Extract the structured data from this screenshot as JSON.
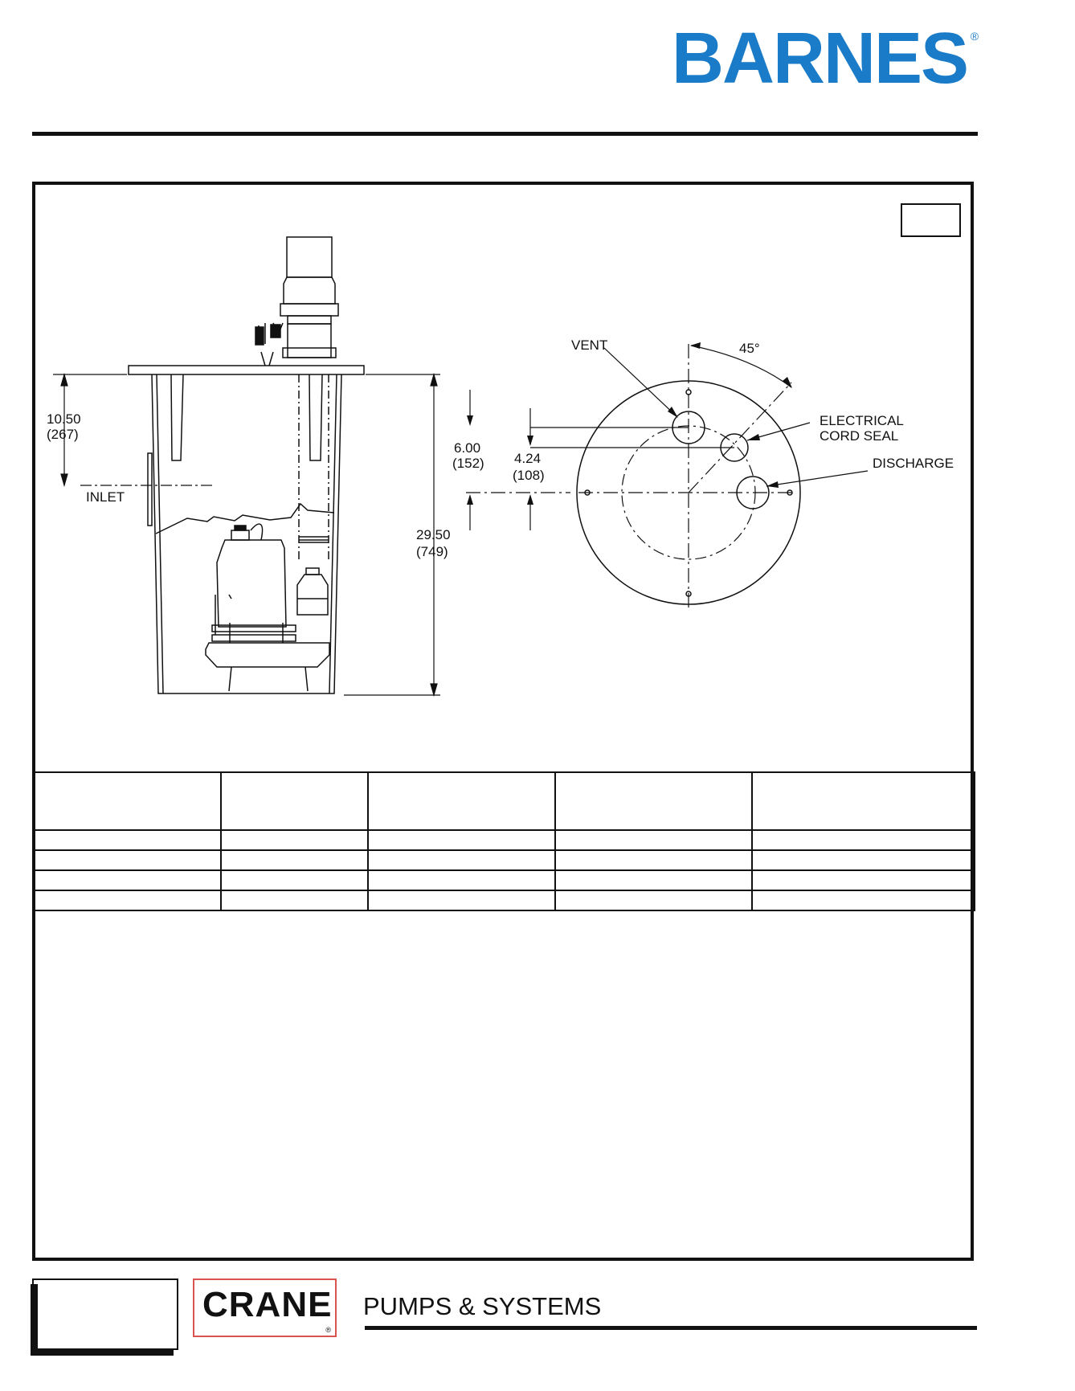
{
  "header": {
    "brand": "BARNES",
    "brand_mark": "®",
    "brand_color": "#1a7cc8"
  },
  "drawing": {
    "dim_inlet_height": "10.50",
    "dim_inlet_height_mm": "(267)",
    "inlet_label": "INLET",
    "dim_basin_height": "29.50",
    "dim_basin_height_mm": "(749)",
    "dim_vent_offset": "6.00",
    "dim_vent_offset_mm": "(152)",
    "dim_cord_offset": "4.24",
    "dim_cord_offset_mm": "(108)",
    "vent_label": "VENT",
    "angle_label": "45°",
    "cord_seal_label_1": "ELECTRICAL",
    "cord_seal_label_2": "CORD SEAL",
    "discharge_label": "DISCHARGE"
  },
  "footer": {
    "crane_logo": "CRANE",
    "crane_mark": "®",
    "crane_border_color": "#d9534f",
    "tagline": "PUMPS & SYSTEMS"
  }
}
